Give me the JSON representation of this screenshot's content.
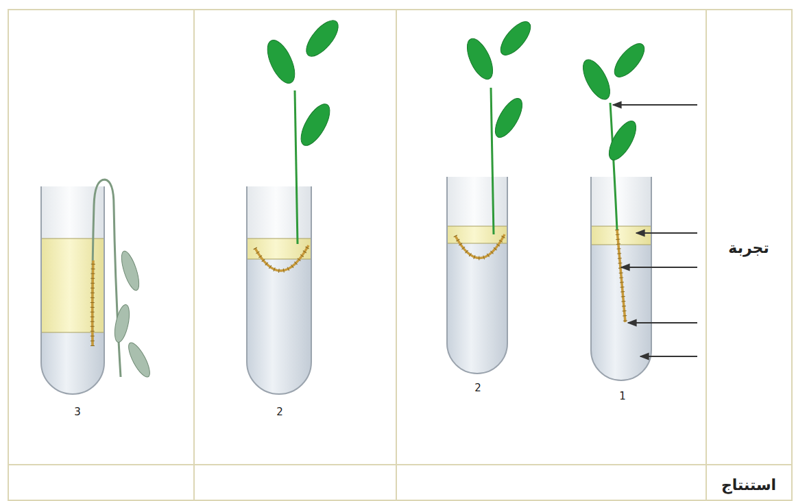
{
  "diagram": {
    "labels": [
      "تجربة",
      "1",
      "2",
      "2",
      "3",
      "استنتاج"
    ]
  }
}
